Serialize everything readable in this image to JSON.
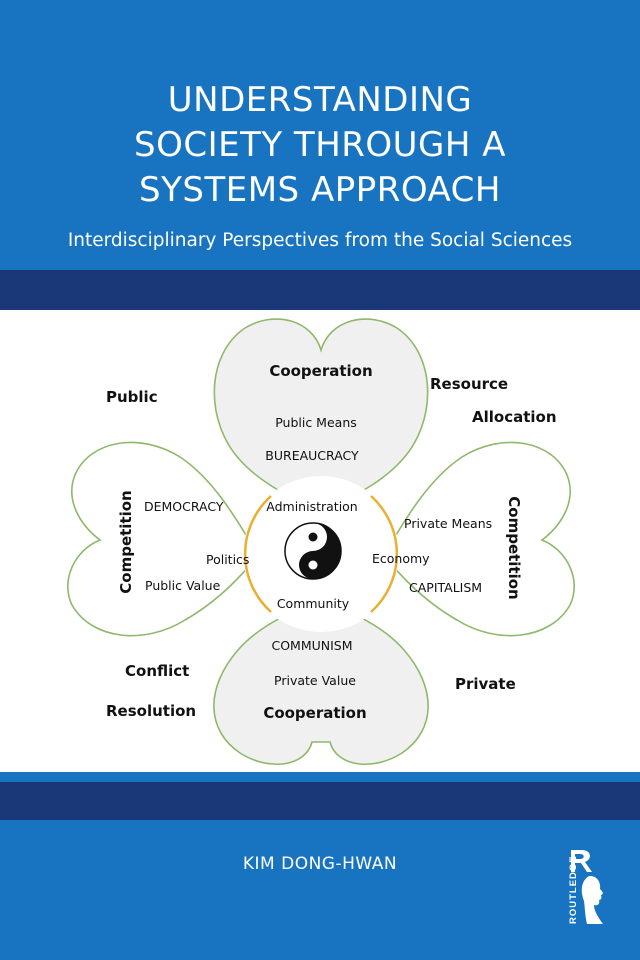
{
  "cover": {
    "title_lines": [
      "UNDERSTANDING",
      "SOCIETY THROUGH A",
      "SYSTEMS APPROACH"
    ],
    "subtitle": "Interdisciplinary Perspectives from the Social Sciences",
    "author": "KIM DONG-HWAN",
    "publisher_logo_text": "ROUTLEDGE",
    "colors": {
      "primary_blue": "#1874c0",
      "navy": "#1a3877",
      "petal_outline": "#8fb86a",
      "center_ring": "#e8b030"
    }
  },
  "diagram": {
    "corner_labels": {
      "top_left": "Public",
      "top_right_1": "Resource",
      "top_right_2": "Allocation",
      "bottom_left_1": "Conflict",
      "bottom_left_2": "Resolution",
      "bottom_right": "Private"
    },
    "top_petal": {
      "heading": "Cooperation",
      "line1": "Public Means",
      "line2": "BUREAUCRACY"
    },
    "left_petal": {
      "heading": "Competition",
      "line1": "DEMOCRACY",
      "line2": "Politics",
      "line3": "Public Value"
    },
    "right_petal": {
      "heading": "Competition",
      "line1": "Private Means",
      "line2": "Economy",
      "line3": "CAPITALISM"
    },
    "bottom_petal": {
      "heading": "Cooperation",
      "line1": "COMMUNISM",
      "line2": "Private Value"
    },
    "center": {
      "top": "Administration",
      "bottom": "Community",
      "symbol": "yin-yang-icon"
    }
  }
}
